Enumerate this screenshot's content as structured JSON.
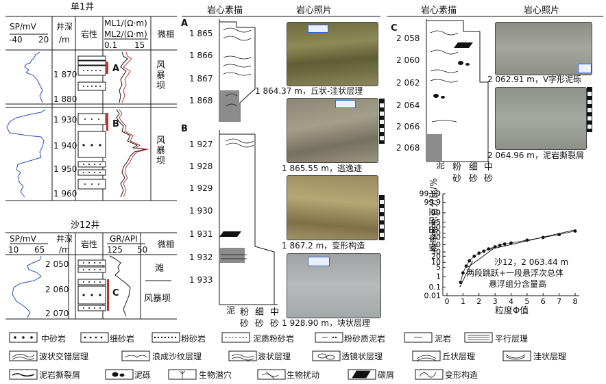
{
  "well1": {
    "title": "单1井",
    "sp_label": "SP/mV",
    "sp_min": "-40",
    "sp_max": "20",
    "depth_label": "井深",
    "depth_unit": "/m",
    "litho_label": "岩性",
    "ml1_label": "ML1/(Ω·m)",
    "ml2_label": "ML2/(Ω·m)",
    "ml_min": "0.1",
    "ml_max": "15",
    "facies_label": "微相",
    "depths": [
      "1 870",
      "1 880",
      "1 930",
      "1 940",
      "1 950",
      "1 960"
    ],
    "marker_a": "A",
    "marker_b": "B",
    "facies_text": "风\n暴\n坝",
    "facies_text2": "风\n暴\n坝"
  },
  "well2": {
    "title": "沙12井",
    "sp_label": "SP/mV",
    "sp_min": "10",
    "sp_max": "65",
    "depth_label": "井深",
    "depth_unit": "/m",
    "litho_label": "岩性",
    "gr_label": "GR/API",
    "gr_min": "125",
    "gr_max": "50",
    "facies_label": "微相",
    "depths": [
      "2 050",
      "2 060",
      "2 070"
    ],
    "marker_c": "C",
    "facies_beach": "滩",
    "facies_bar": "风暴坝"
  },
  "core_ab": {
    "sketch_title": "岩心素描",
    "photo_title": "岩心照片",
    "label_a": "A",
    "label_b": "B",
    "depths_a": [
      "1 865",
      "1 866",
      "1 867",
      "1 868"
    ],
    "depths_b": [
      "1 927",
      "1 928",
      "1 929",
      "1 930",
      "1 931",
      "1 932",
      "1 933"
    ],
    "grain_labels": [
      "泥",
      "粉砂",
      "细砂",
      "中砂"
    ],
    "caption_1": "1 864.37 m，丘状-洼状层理",
    "caption_2": "1 865.55 m，逃逸迹",
    "caption_3": "1 867.2 m，变形构造",
    "caption_4": "1 928.90 m，块状层理"
  },
  "core_c": {
    "sketch_title": "岩心素描",
    "photo_title": "岩心照片",
    "label_c": "C",
    "depths": [
      "2 058",
      "2 060",
      "2 062",
      "2 064",
      "2 066",
      "2 068"
    ],
    "grain_labels": [
      "泥",
      "粉砂",
      "细砂",
      "中砂"
    ],
    "caption_1": "2 062.91 m，V字形泥砾",
    "caption_2": "2 064.96 m，泥岩撕裂屑"
  },
  "prob_chart": {
    "ylabel": "概率累积百分比/%",
    "xlabel": "粒度Φ值",
    "yticks": [
      "99.99",
      "99.9",
      "99",
      "95",
      "90",
      "80",
      "70",
      "50",
      "30",
      "20",
      "10",
      "5",
      "1",
      "0.1",
      "0.01"
    ],
    "xticks": [
      "0",
      "1",
      "2",
      "3",
      "4",
      "5",
      "6",
      "7",
      "8"
    ],
    "annotation_1": "沙12，2 063.44 m",
    "annotation_2": "两段跳跃+一段悬浮次总体",
    "annotation_3": "悬浮组分含量高"
  },
  "chart_data": {
    "type": "scatter",
    "x_label": "粒度Φ值",
    "y_label": "概率累积百分比/%",
    "y_scale": "probability",
    "xlim": [
      0,
      8
    ],
    "ylim": [
      0.01,
      99.99
    ],
    "points": [
      {
        "x": 0.85,
        "y": 0.3
      },
      {
        "x": 1.0,
        "y": 2
      },
      {
        "x": 1.2,
        "y": 6
      },
      {
        "x": 1.4,
        "y": 12
      },
      {
        "x": 1.7,
        "y": 20
      },
      {
        "x": 2.0,
        "y": 27
      },
      {
        "x": 2.3,
        "y": 32
      },
      {
        "x": 2.6,
        "y": 38
      },
      {
        "x": 3.0,
        "y": 44
      },
      {
        "x": 3.3,
        "y": 48
      },
      {
        "x": 3.6,
        "y": 52
      },
      {
        "x": 4.0,
        "y": 55
      },
      {
        "x": 5.0,
        "y": 63
      },
      {
        "x": 6.0,
        "y": 70
      },
      {
        "x": 7.0,
        "y": 77
      },
      {
        "x": 8.0,
        "y": 84
      }
    ],
    "segments": [
      {
        "x": [
          0.8,
          1.6
        ],
        "y": [
          0.1,
          12
        ]
      },
      {
        "x": [
          1.3,
          3.1
        ],
        "y": [
          5,
          45
        ]
      },
      {
        "x": [
          2.6,
          8.0
        ],
        "y": [
          36,
          86
        ]
      }
    ]
  },
  "legend": [
    "中砂岩",
    "细砂岩",
    "粉砂岩",
    "泥质粉砂岩",
    "粉砂质泥岩",
    "泥岩",
    "平行层理",
    "波状交错层理",
    "浪成沙纹层理",
    "波状层理",
    "透镜状层理",
    "丘状层理",
    "洼状层理",
    "泥岩撕裂屑",
    "泥砾",
    "生物潜穴",
    "生物扰动",
    "碳屑",
    "变形构造"
  ]
}
